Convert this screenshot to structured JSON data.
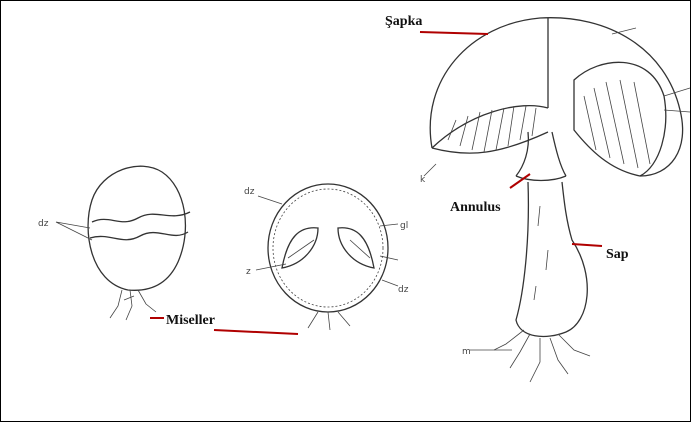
{
  "labels": {
    "sapka": "Şapka",
    "annulus": "Annulus",
    "sap": "Sap",
    "miseller": "Miseller"
  },
  "sketch_marks": {
    "m1": "dz",
    "m2": "dz",
    "m3": "gl",
    "m4": "z",
    "m5": "dz",
    "m6": "k",
    "m7": "m"
  },
  "colors": {
    "pointer_line": "#b00000",
    "ink": "#333333",
    "background": "#ffffff"
  }
}
